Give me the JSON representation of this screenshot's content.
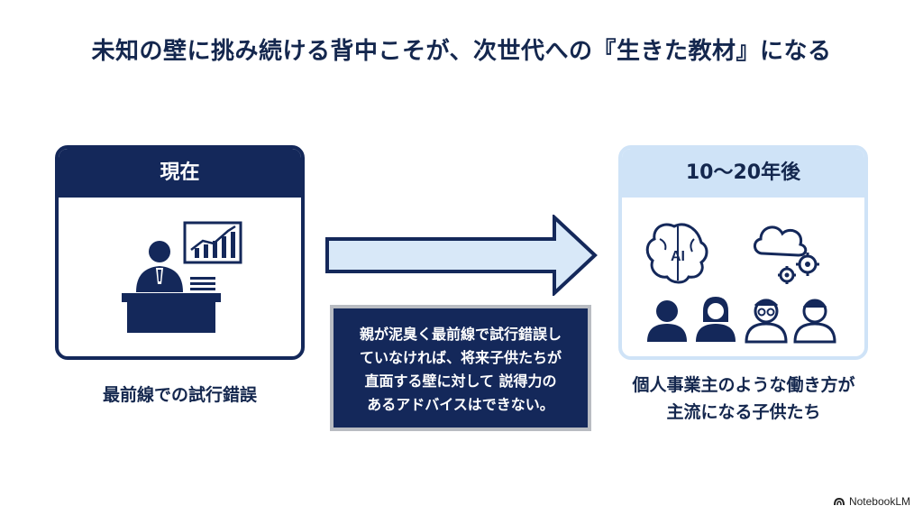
{
  "title": "未知の壁に挑み続ける背中こそが、次世代への『生きた教材』になる",
  "left_panel": {
    "heading": "現在",
    "caption": "最前線での試行錯誤"
  },
  "right_panel": {
    "heading": "10〜20年後",
    "ai_label": "AI",
    "caption_lines": [
      "個人事業主のような働き方が",
      "主流になる子供たち"
    ]
  },
  "advice_box": {
    "lines": [
      "親が泥臭く最前線で試行錯誤し",
      "ていなければ、将来子供たちが",
      "直面する壁に対して 説得力の",
      "あるアドバイスはできない。"
    ]
  },
  "brand": "NotebookLM",
  "colors": {
    "navy": "#14285a",
    "light_blue": "#cfe3f7",
    "arrow_fill": "#d8e8f8",
    "advice_border": "#b9bcc2"
  }
}
